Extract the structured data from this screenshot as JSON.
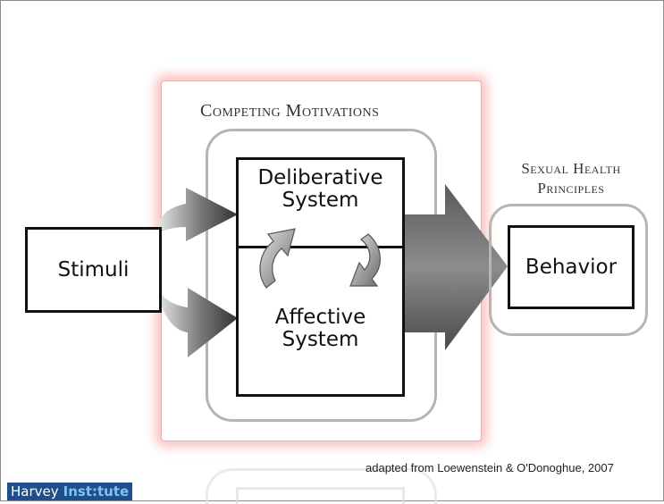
{
  "diagram": {
    "competing_title": "Competing Motivations",
    "sexual_health_title": "Sexual Health Principles",
    "stimuli": "Stimuli",
    "deliberative_line1": "Deliberative",
    "deliberative_line2": "System",
    "affective_line1": "Affective",
    "affective_line2": "System",
    "behavior": "Behavior"
  },
  "citation": "adapted from Loewenstein & O'Donoghue, 2007",
  "logo": {
    "part1": "Harvey",
    "part2": "Inst:tute"
  },
  "colors": {
    "panel_glow": "#f0786e",
    "frame_gray": "#b5b5b5",
    "box_border": "#111111",
    "logo_bg": "#1f4e8c",
    "logo_accent": "#7fc4f0"
  }
}
